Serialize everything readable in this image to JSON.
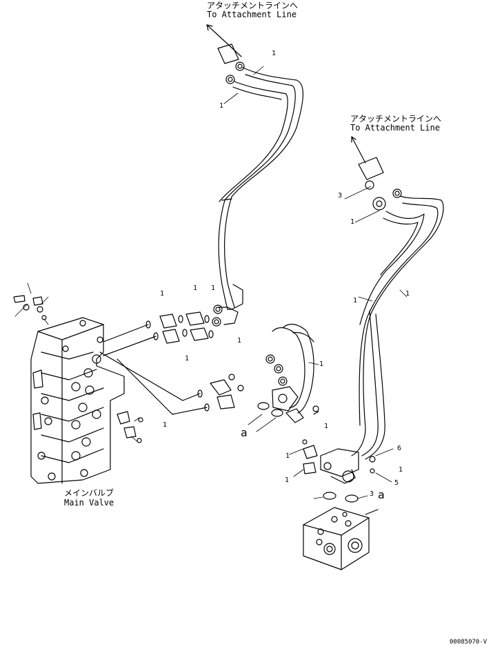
{
  "labels": {
    "attachment_top_jp": "アタッチメントラインへ",
    "attachment_top_en": "To Attachment Line",
    "attachment_right_jp": "アタッチメントラインへ",
    "attachment_right_en": "To Attachment Line",
    "main_valve_jp": "メインバルブ",
    "main_valve_en": "Main Valve",
    "callout_a_left": "a",
    "callout_a_right": "a",
    "drawing_number": "00085070-V"
  },
  "callouts": {
    "c1": "1",
    "c2": "1",
    "c3": "1",
    "c4": "1",
    "c5": "1",
    "c6": "1",
    "c7": "1",
    "c8": "1",
    "c9": "1",
    "c10": "1",
    "c11": "1",
    "c12": "1",
    "c13": "1",
    "c14": "1",
    "c15": "1",
    "c16": "1",
    "c3a": "3",
    "c3b": "3",
    "c5a": "5",
    "c6a": "6"
  }
}
